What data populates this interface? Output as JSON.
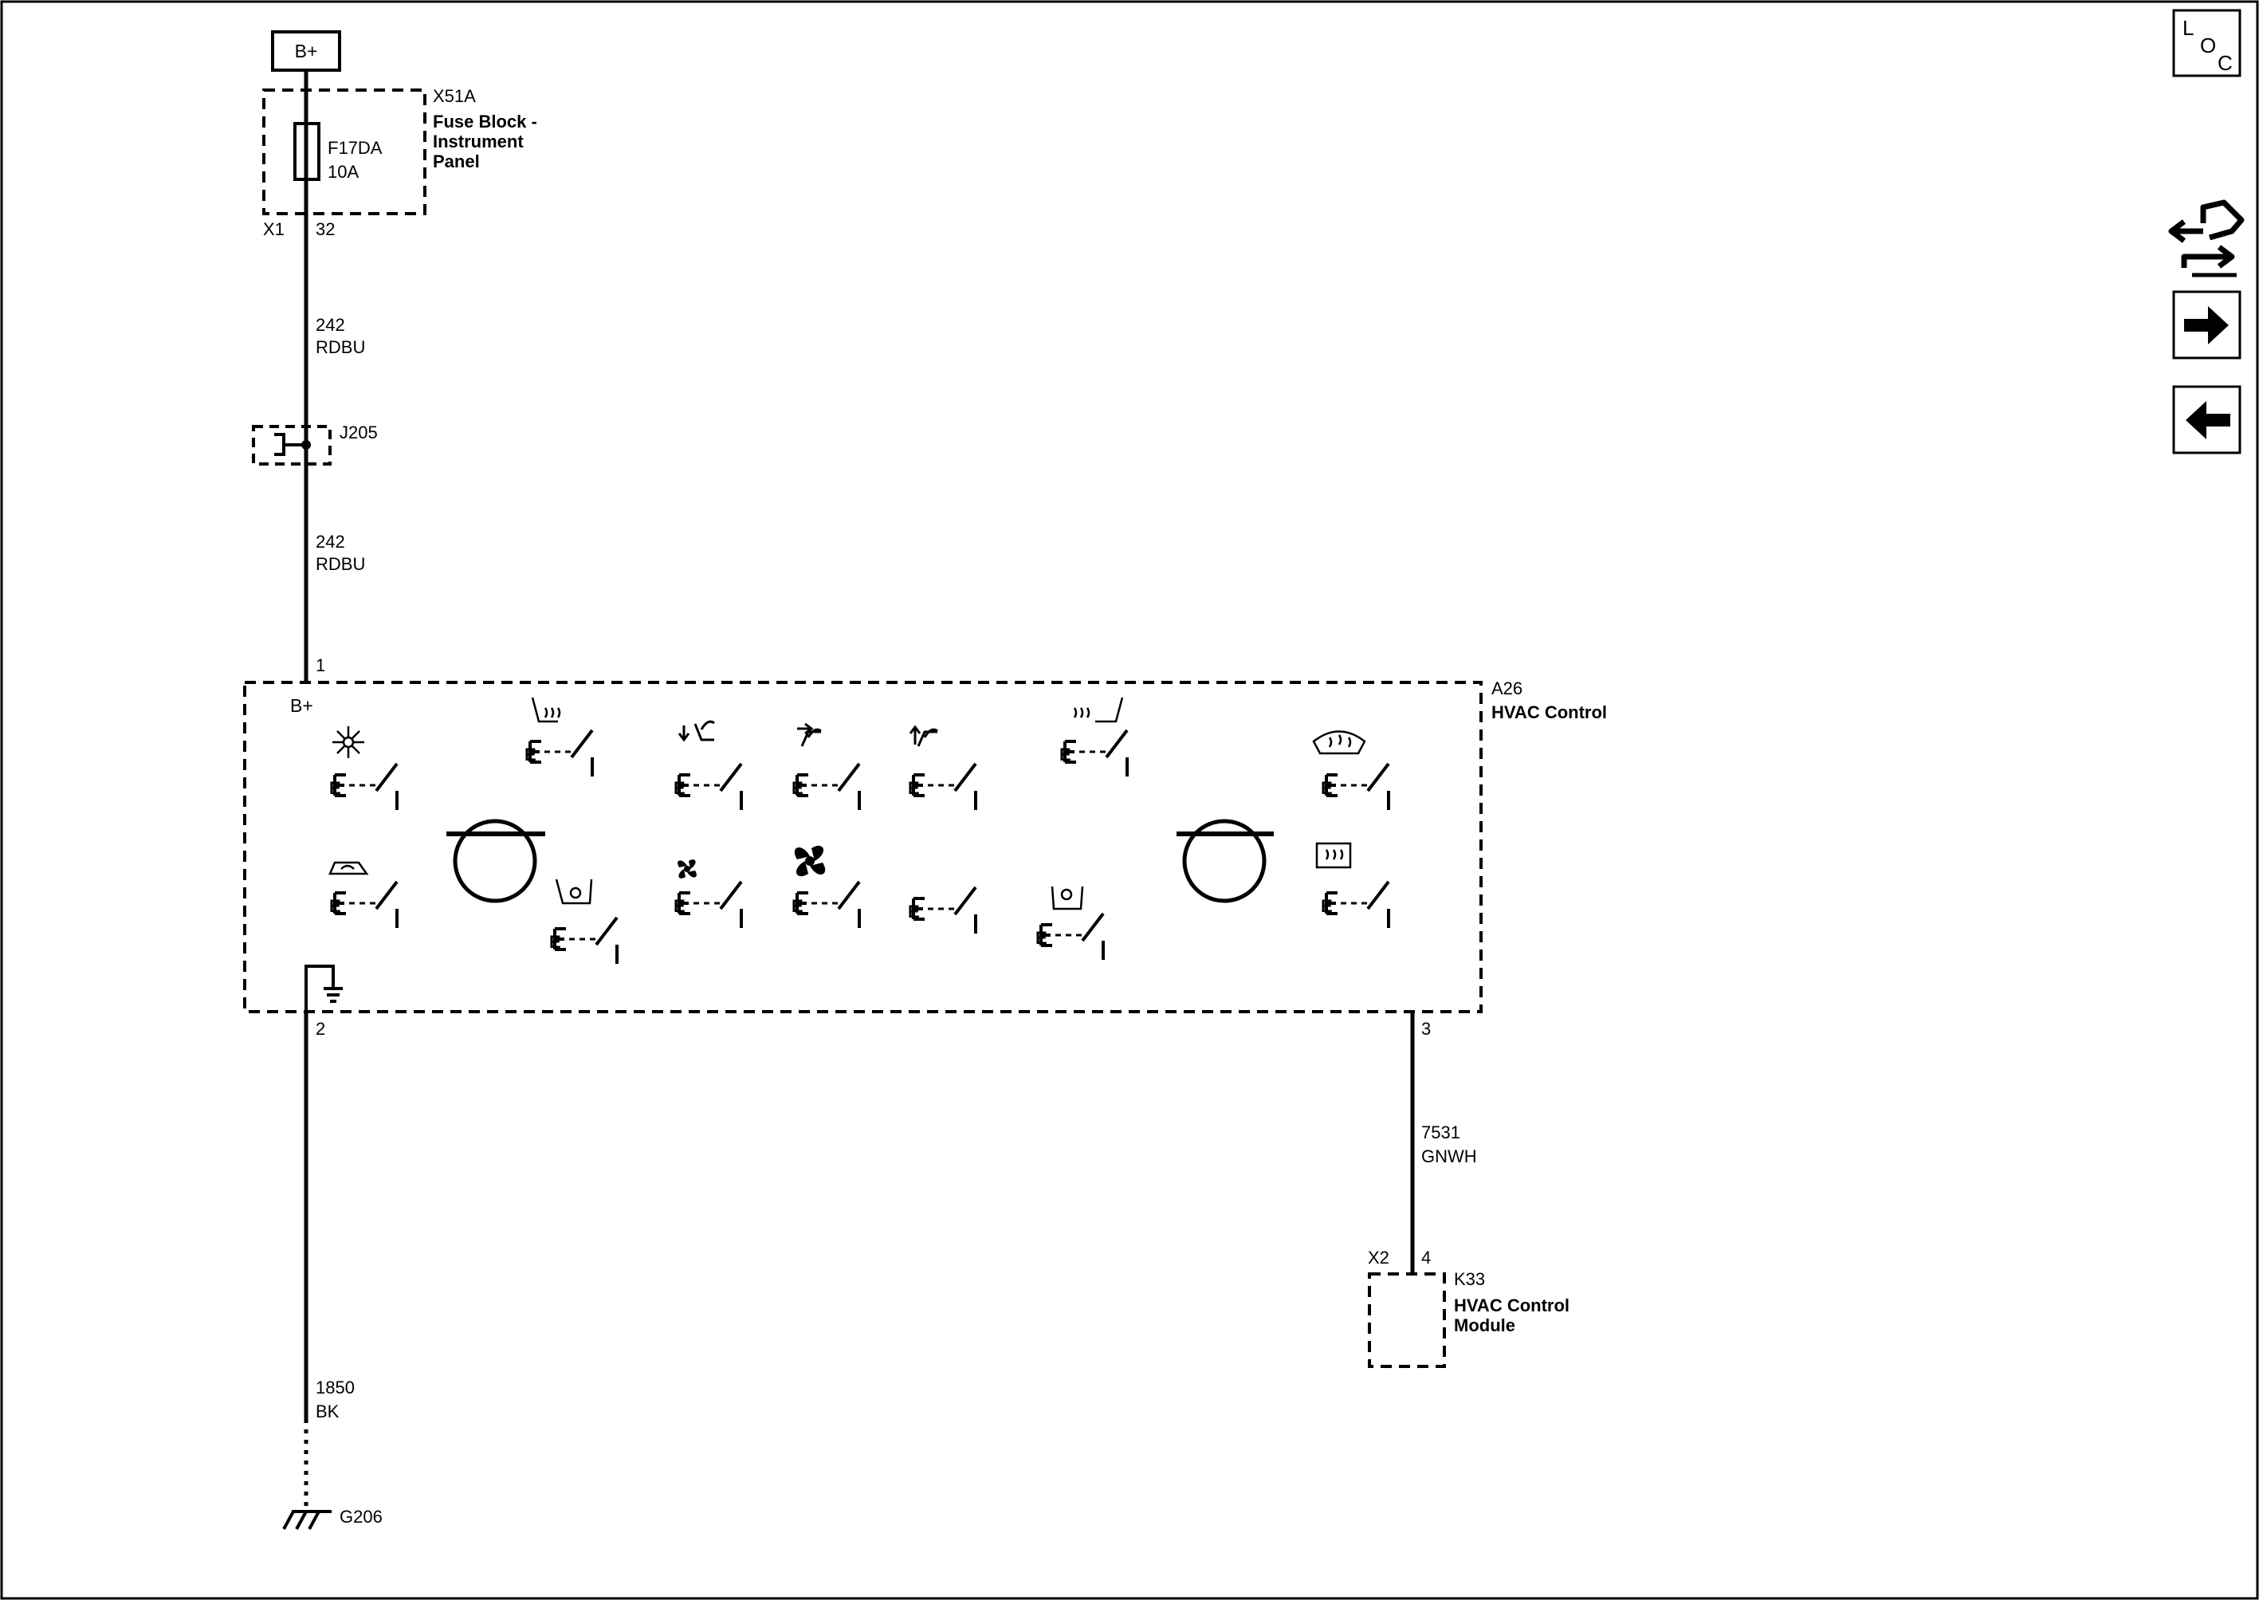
{
  "power": {
    "supply_label": "B+"
  },
  "fuse_block": {
    "ref": "X51A",
    "name_line1": "Fuse Block -",
    "name_line2": "Instrument",
    "name_line3": "Panel",
    "fuse_id": "F17DA",
    "fuse_rating": "10A",
    "connector": "X1",
    "pin": "32"
  },
  "wires": [
    {
      "circuit": "242",
      "color": "RDBU"
    },
    {
      "circuit": "242",
      "color": "RDBU"
    },
    {
      "circuit": "1850",
      "color": "BK"
    },
    {
      "circuit": "7531",
      "color": "GNWH"
    }
  ],
  "splice": {
    "ref": "J205"
  },
  "hvac_control": {
    "ref": "A26",
    "name": "HVAC Control",
    "supply_label": "B+",
    "pin_supply": "1",
    "pin_ground": "2",
    "pin_signal": "3",
    "switch_label": "E"
  },
  "ground": {
    "ref": "G206"
  },
  "module": {
    "ref": "K33",
    "name_line1": "HVAC Control",
    "name_line2": "Module",
    "connector": "X2",
    "pin": "4"
  },
  "nav": {
    "loc_l": "L",
    "loc_o": "O",
    "loc_c": "C",
    "icons": [
      "loc-icon",
      "connector-swap-icon",
      "arrow-right-icon",
      "arrow-left-icon"
    ]
  },
  "colors": {
    "line": "#000000",
    "background": "#ffffff"
  }
}
